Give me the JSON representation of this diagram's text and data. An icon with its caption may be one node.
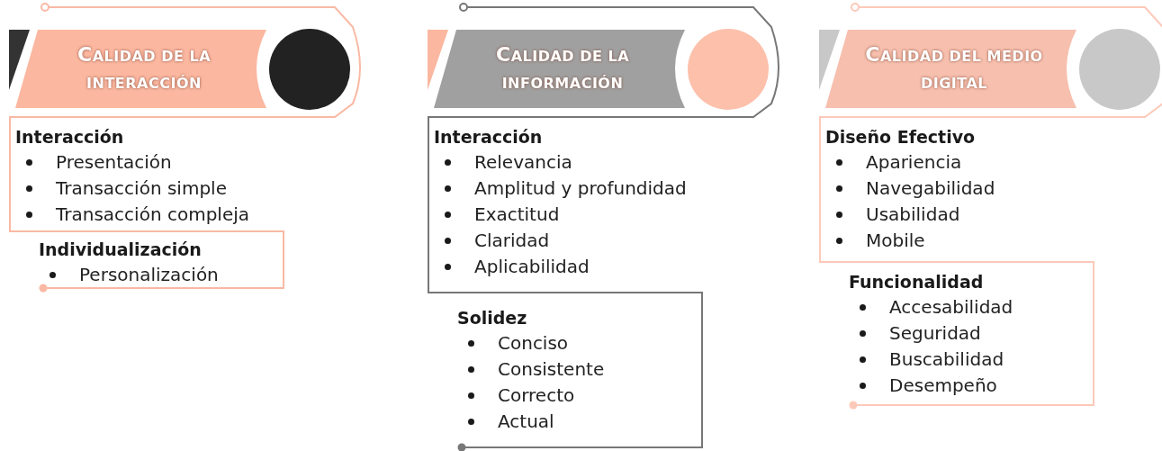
{
  "diagram": {
    "nodes": [
      {
        "text": [
          "CALIDAD DE LA INTERACCIÓN"
        ]
      },
      {
        "text": [],
        "shape": "circle"
      },
      {
        "text": [
          "Interacción",
          "Presentación",
          "Transacción simple",
          "Transacción compleja"
        ]
      },
      {
        "text": [
          "Individualización",
          "Personalización"
        ]
      },
      {
        "text": [
          "CALIDAD DE LA INFORMACIÓN"
        ]
      },
      {
        "text": [],
        "shape": "circle"
      },
      {
        "text": [
          "Interacción",
          "Relevancia",
          "Amplitud y profundidad",
          "Exactitud",
          "Claridad",
          "Aplicabilidad"
        ]
      },
      {
        "text": [
          "Solidez",
          "Conciso",
          "Consistente",
          "Correcto",
          "Actual"
        ]
      },
      {
        "text": [
          "CALIDAD DEL MEDIO DIGITAL"
        ]
      },
      {
        "text": [],
        "shape": "circle"
      },
      {
        "text": [
          "Diseño Efectivo",
          "Apariencia",
          "Navegabilidad",
          "Usabilidad",
          "Mobile"
        ]
      },
      {
        "text": [
          "Funcionalidad",
          "Accesabilidad",
          "Seguridad",
          "Buscabilidad",
          "Desempeño"
        ]
      }
    ],
    "edges": []
  }
}
